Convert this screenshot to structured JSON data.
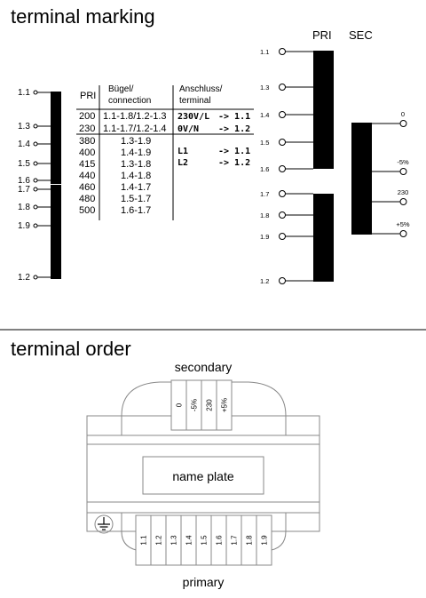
{
  "section1": {
    "title": "terminal marking",
    "left_terminals": [
      "1.1",
      "1.3",
      "1.4",
      "1.5",
      "1.6",
      "1.7",
      "1.8",
      "1.9",
      "1.2"
    ],
    "table": {
      "col_pri": "PRI",
      "col_buegel": [
        "Bügel/",
        "connection"
      ],
      "col_anschluss": [
        "Anschluss/",
        "terminal"
      ],
      "rows_a": [
        {
          "pri": "200",
          "conn": "1.1-1.8/1.2-1.3",
          "term": "230V/L",
          "arrow": "-> 1.1"
        },
        {
          "pri": "230",
          "conn": "1.1-1.7/1.2-1.4",
          "term": "0V/N",
          "arrow": "-> 1.2"
        }
      ],
      "rows_b": [
        {
          "pri": "380",
          "conn": "1.3-1.9"
        },
        {
          "pri": "400",
          "conn": "1.4-1.9"
        },
        {
          "pri": "415",
          "conn": "1.3-1.8"
        },
        {
          "pri": "440",
          "conn": "1.4-1.8"
        },
        {
          "pri": "460",
          "conn": "1.4-1.7"
        },
        {
          "pri": "480",
          "conn": "1.5-1.7"
        },
        {
          "pri": "500",
          "conn": "1.6-1.7"
        }
      ],
      "lines": [
        {
          "name": "L1",
          "arrow": "-> 1.1"
        },
        {
          "name": "L2",
          "arrow": "-> 1.2"
        }
      ]
    },
    "pri_label": "PRI",
    "sec_label": "SEC",
    "pri_terminals_upper": [
      "1.1",
      "1.3",
      "1.4",
      "1.5",
      "1.6"
    ],
    "pri_terminals_lower": [
      "1.7",
      "1.8",
      "1.9",
      "1.2"
    ],
    "sec_terminals": [
      "0",
      "-5%",
      "230",
      "+5%"
    ]
  },
  "section2": {
    "title": "terminal order",
    "secondary_label": "secondary",
    "secondary_terminals": [
      "0",
      "-5%",
      "230",
      "+5%"
    ],
    "name_plate": "name plate",
    "primary_label": "primary",
    "primary_terminals": [
      "1.1",
      "1.2",
      "1.3",
      "1.4",
      "1.5",
      "1.6",
      "1.7",
      "1.8",
      "1.9"
    ]
  }
}
